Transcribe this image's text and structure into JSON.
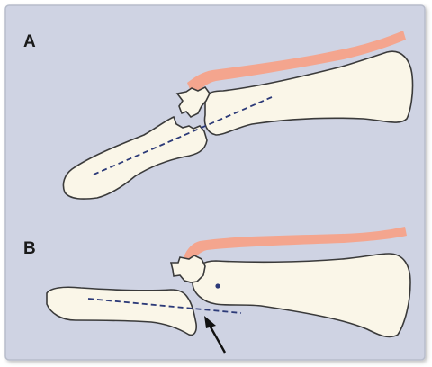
{
  "panels": [
    {
      "id": "A",
      "label": "A"
    },
    {
      "id": "B",
      "label": "B"
    }
  ],
  "colors": {
    "background": "#cfd3e3",
    "frame": "#b7bccb",
    "bone_fill": "#faf6e8",
    "bone_stroke": "#3a3a3a",
    "tendon": "#f4a58e",
    "axis_line": "#2c3a78",
    "arrow": "#111111"
  }
}
